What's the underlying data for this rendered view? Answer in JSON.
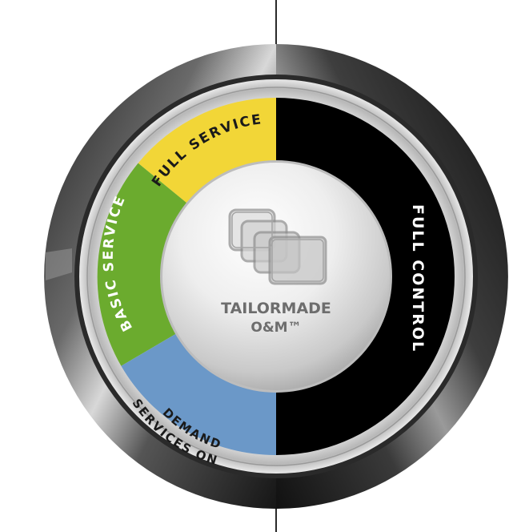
{
  "diagram": {
    "center": {
      "line1": "TAILORMADE",
      "line2": "O&M™",
      "logo_icon": "overlapping-squares-logo"
    },
    "segments": [
      {
        "id": "full-service",
        "label": "FULL SERVICE",
        "color": "#f2d637",
        "text_color": "#1a1a1a"
      },
      {
        "id": "basic-service",
        "label": "BASIC SERVICE",
        "color": "#6bab2e",
        "text_color": "#ffffff"
      },
      {
        "id": "services-on-demand",
        "line1": "SERVICES ON",
        "line2": "DEMAND",
        "color": "#6b98c8",
        "text_color": "#1a1a1a"
      },
      {
        "id": "full-control",
        "label": "FULL CONTROL",
        "color": "#000000",
        "text_color": "#ffffff"
      }
    ]
  }
}
